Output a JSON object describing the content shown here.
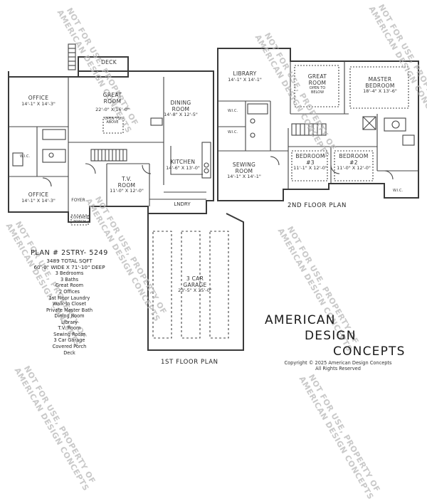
{
  "plan_info": {
    "plan_number": "PLAN # 2STRY- 5249",
    "total_sqft": "3489 TOTAL SQFT",
    "dimensions": "60'-0\" WIDE X 71'-10\" DEEP",
    "features": [
      "3 Bedrooms",
      "3 Baths",
      "Great Room",
      "2 Offices",
      "1st Floor Laundry",
      "Walk-In Closet",
      "Private Master Bath",
      "Dining Room",
      "Library",
      "T.V. Room",
      "Sewing Room",
      "3 Car Garage",
      "Covered Porch",
      "Deck"
    ]
  },
  "floor_titles": {
    "first": "1ST FLOOR PLAN",
    "second": "2ND FLOOR PLAN"
  },
  "first_floor": {
    "deck": "DECK",
    "office_top": {
      "name": "OFFICE",
      "dim": "14'-1\" X 14'-3\""
    },
    "office_bottom": {
      "name": "OFFICE",
      "dim": "14'-1\" X 14'-3\""
    },
    "great_room": {
      "name": "GREAT ROOM",
      "dim": "22'-0\" X 16'-0\"",
      "note": "OPEN TO ABOVE"
    },
    "dining_room": {
      "name": "DINING ROOM",
      "dim": "14'-8\" X 12'-5\""
    },
    "kitchen": {
      "name": "KITCHEN",
      "dim": "14'-6\" X 13'-0\""
    },
    "tv_room": {
      "name": "T.V. ROOM",
      "dim": "11'-0\" X 12'-0\""
    },
    "wic": "W.I.C.",
    "foyer": "FOYER",
    "covered_porch": "COVERED PORCH",
    "laundry": "LNDRY",
    "garage": {
      "name": "3 CAR GARAGE",
      "dim": "23'-5\" X 35'-0\""
    }
  },
  "second_floor": {
    "library": {
      "name": "LIBRARY",
      "dim": "14'-1\" X 14'-1\""
    },
    "great_room": {
      "name": "GREAT ROOM",
      "note": "OPEN TO BELOW"
    },
    "master_bedroom": {
      "name": "MASTER BEDROOM",
      "dim": "18'-4\" X 13'-6\""
    },
    "wic_left_top": "W.I.C.",
    "wic_left_bottom": "W.I.C.",
    "sewing_room": {
      "name": "SEWING ROOM",
      "dim": "14'-1\" X 14'-1\""
    },
    "bedroom3": {
      "name": "BEDROOM #3",
      "dim": "11'-1\" X 12'-0\""
    },
    "bedroom2": {
      "name": "BEDROOM #2",
      "dim": "11'-0\" X 12'-0\""
    },
    "wic_right": "W.I.C."
  },
  "brand": {
    "line1": "AMERICAN",
    "line2": "DESIGN",
    "line3": "CONCEPTS"
  },
  "copyright": {
    "line1": "Copyright © 2025 American Design Concepts",
    "line2": "All Rights Reserved"
  },
  "watermark": {
    "line1": "NOT FOR USE, PROPERTY OF",
    "line2": "AMERICAN DESIGN CONCEPTS"
  },
  "colors": {
    "line": "#3a3a3a",
    "watermark": "#b8b8b8",
    "background": "#ffffff"
  }
}
